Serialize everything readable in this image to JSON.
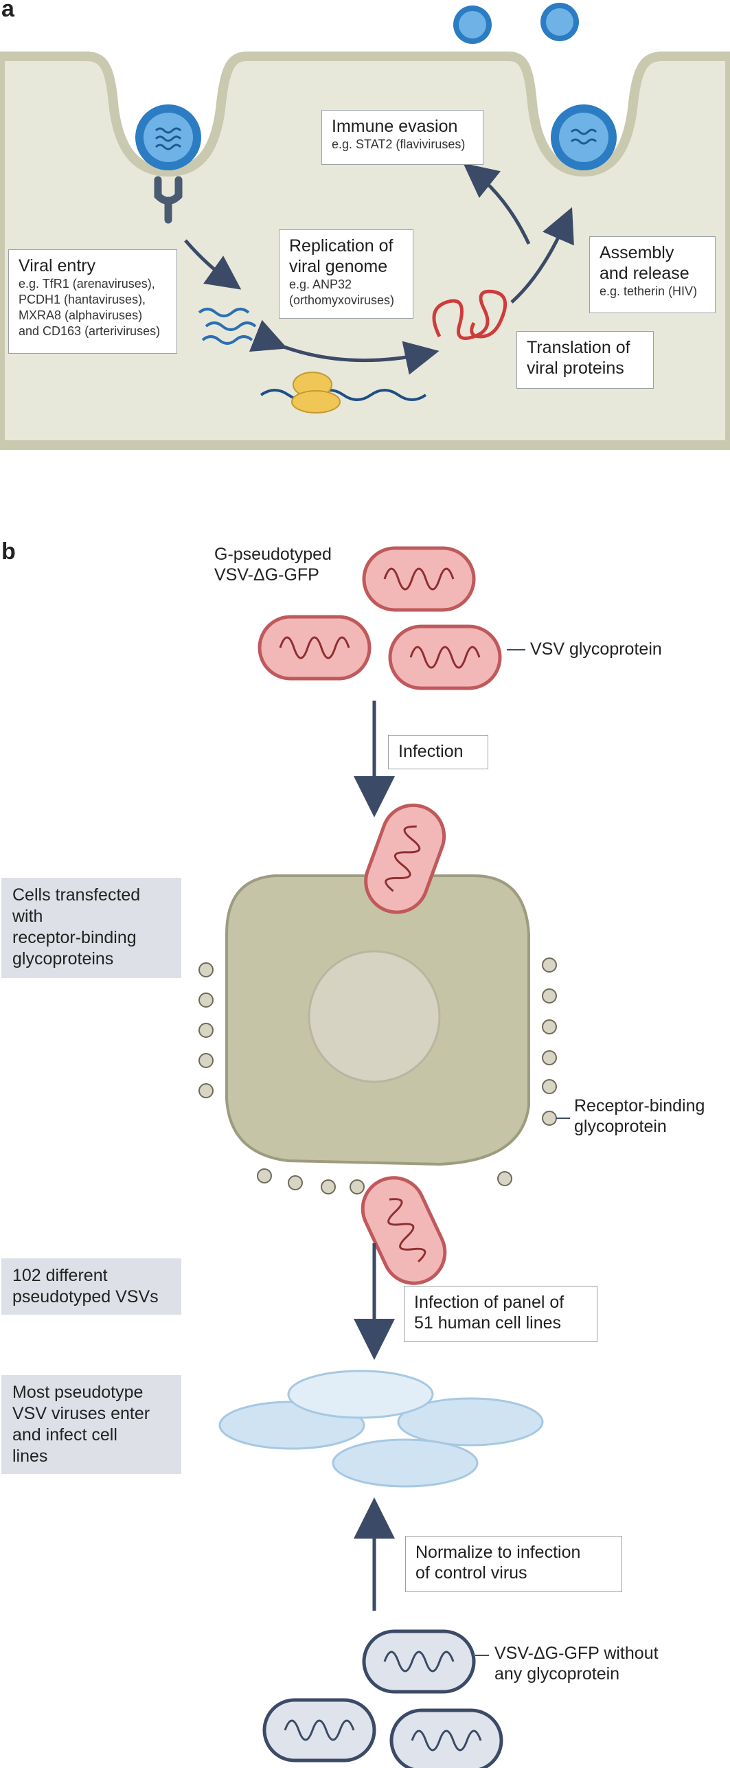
{
  "panel_a": {
    "letter": "a",
    "immune_evasion": {
      "title": "Immune evasion",
      "example": "e.g. STAT2 (flaviviruses)"
    },
    "viral_entry": {
      "title": "Viral entry",
      "examples": [
        "e.g. TfR1 (arenaviruses),",
        "PCDH1 (hantaviruses),",
        "MXRA8 (alphaviruses)",
        "and CD163 (arteriviruses)"
      ]
    },
    "replication": {
      "title_line1": "Replication of",
      "title_line2": "viral genome",
      "example_line1": "e.g. ANP32",
      "example_line2": "(orthomyxoviruses)"
    },
    "assembly": {
      "title_line1": "Assembly",
      "title_line2": "and release",
      "example": "e.g. tetherin (HIV)"
    },
    "translation": {
      "line1": "Translation of",
      "line2": "viral proteins"
    }
  },
  "panel_b": {
    "letter": "b",
    "g_pseudotyped": {
      "line1": "G-pseudotyped",
      "line2": "VSV-ΔG-GFP"
    },
    "vsv_glycoprotein": "VSV glycoprotein",
    "infection": "Infection",
    "cells_transfected": {
      "line1": "Cells transfected",
      "line2": "with",
      "line3": "receptor-binding",
      "line4": "glycoproteins"
    },
    "receptor_binding": {
      "line1": "Receptor-binding",
      "line2": "glycoprotein"
    },
    "different_vsvs": {
      "line1": "102 different",
      "line2": "pseudotyped VSVs"
    },
    "infection_panel": {
      "line1": "Infection of panel of",
      "line2": "51 human cell lines"
    },
    "most_pseudotype": {
      "line1": "Most pseudotype",
      "line2": "VSV viruses enter",
      "line3": "and infect cell",
      "line4": "lines"
    },
    "normalize": {
      "line1": "Normalize to infection",
      "line2": "of control virus"
    },
    "vsv_without": {
      "line1": "VSV-ΔG-GFP without",
      "line2": "any glycoprotein"
    }
  },
  "colors": {
    "cell": "#e8e8da",
    "membrane": "#c9c9b0",
    "virus_blue": "#2b7cc2",
    "dark_navy": "#3b4a66",
    "pseudo_red": "#f2b8b8",
    "rna_red": "#cf3b3b"
  }
}
